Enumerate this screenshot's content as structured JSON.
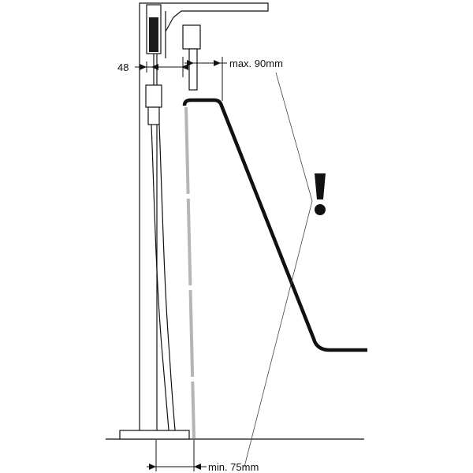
{
  "dimensions": {
    "spout_width": "48",
    "max_distance": "max. 90mm",
    "min_distance": "min. 75mm"
  },
  "colors": {
    "ink": "#111111",
    "guide_gray": "#b5b5b5",
    "background": "#ffffff"
  },
  "icons": {
    "warning": "exclamation-mark-icon"
  }
}
